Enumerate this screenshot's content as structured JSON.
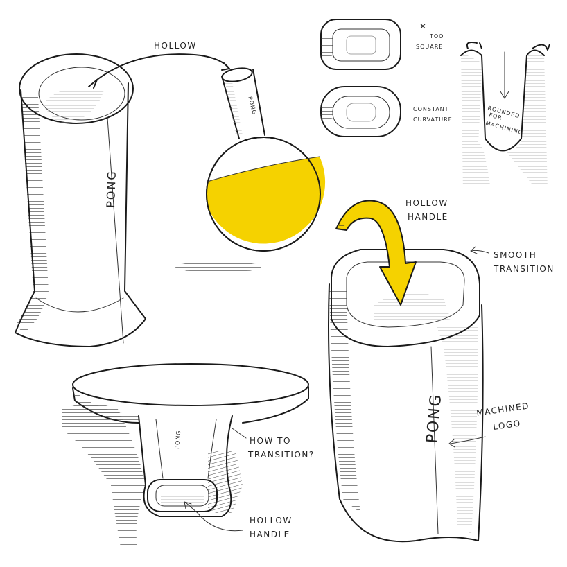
{
  "colors": {
    "ink": "#1a1a1a",
    "shadow": "#4a4a4a",
    "accent_yellow": "#f5d200",
    "paper": "#ffffff"
  },
  "labels": {
    "hollow_top": "HOLLOW",
    "too_square_1": "TOO",
    "too_square_2": "SQUARE",
    "constant_curvature_1": "CONSTANT",
    "constant_curvature_2": "CURVATURE",
    "rounded_1": "ROUNDED",
    "rounded_2": "FOR",
    "rounded_3": "MACHINING",
    "hollow_handle_right_1": "HOLLOW",
    "hollow_handle_right_2": "HANDLE",
    "smooth_transition_1": "SMOOTH",
    "smooth_transition_2": "TRANSITION",
    "machined_logo_1": "MACHINED",
    "machined_logo_2": "LOGO",
    "how_to_transition_1": "HOW TO",
    "how_to_transition_2": "TRANSITION?",
    "hollow_handle_bottom_1": "HOLLOW",
    "hollow_handle_bottom_2": "HANDLE"
  },
  "logos": {
    "cylinder": "PONG",
    "paddle_handle": "PONG",
    "paddle_bottom": "PONG",
    "tall_handle": "PONG"
  },
  "icons": {
    "too_square_mark": "cross-icon"
  }
}
